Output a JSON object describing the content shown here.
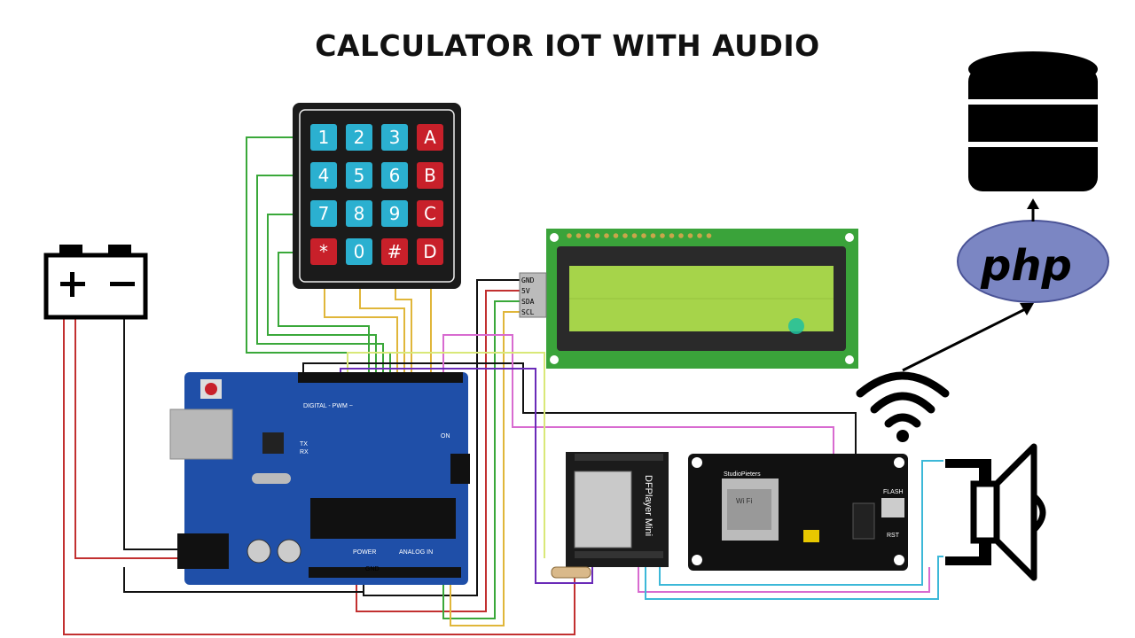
{
  "title": "CALCULATOR IOT WITH AUDIO",
  "keypad": {
    "keys": [
      "1",
      "2",
      "3",
      "A",
      "4",
      "5",
      "6",
      "B",
      "7",
      "8",
      "9",
      "C",
      "*",
      "0",
      "#",
      "D"
    ]
  },
  "lcd": {
    "pins": [
      "GND",
      "5V",
      "SDA",
      "SCL"
    ]
  },
  "arduino": {
    "digital_label": "DIGITAL - PWM ~",
    "power_label": "POWER",
    "analog_label": "ANALOG IN",
    "gnd_label": "GND",
    "on_label": "ON",
    "tx_label": "TX",
    "rx_label": "RX"
  },
  "dfplayer": {
    "label": "DFPlayer Mini"
  },
  "nodemcu": {
    "brand": "StudioPieters",
    "wifi_label": "Wi Fi",
    "flash_label": "FLASH",
    "rst_label": "RST"
  },
  "php": {
    "label": "php"
  },
  "icons": [
    "battery-icon",
    "database-icon",
    "php-logo",
    "wifi-icon",
    "speaker-icon"
  ],
  "colors": {
    "wire_green": "#3aa83a",
    "wire_yellow": "#e0b63a",
    "wire_red": "#c23030",
    "wire_black": "#111111",
    "wire_purple": "#6a2bb8",
    "wire_pink": "#d86bd0",
    "wire_cyan": "#3cb8d8",
    "wire_lime": "#d9e878",
    "keypad_blue": "#2bb0d0",
    "keypad_red": "#c8202a",
    "arduino_blue": "#1f4fa8",
    "lcd_green": "#3aa33a",
    "lcd_screen": "#a6d44a",
    "php_purple": "#7b86c3"
  }
}
